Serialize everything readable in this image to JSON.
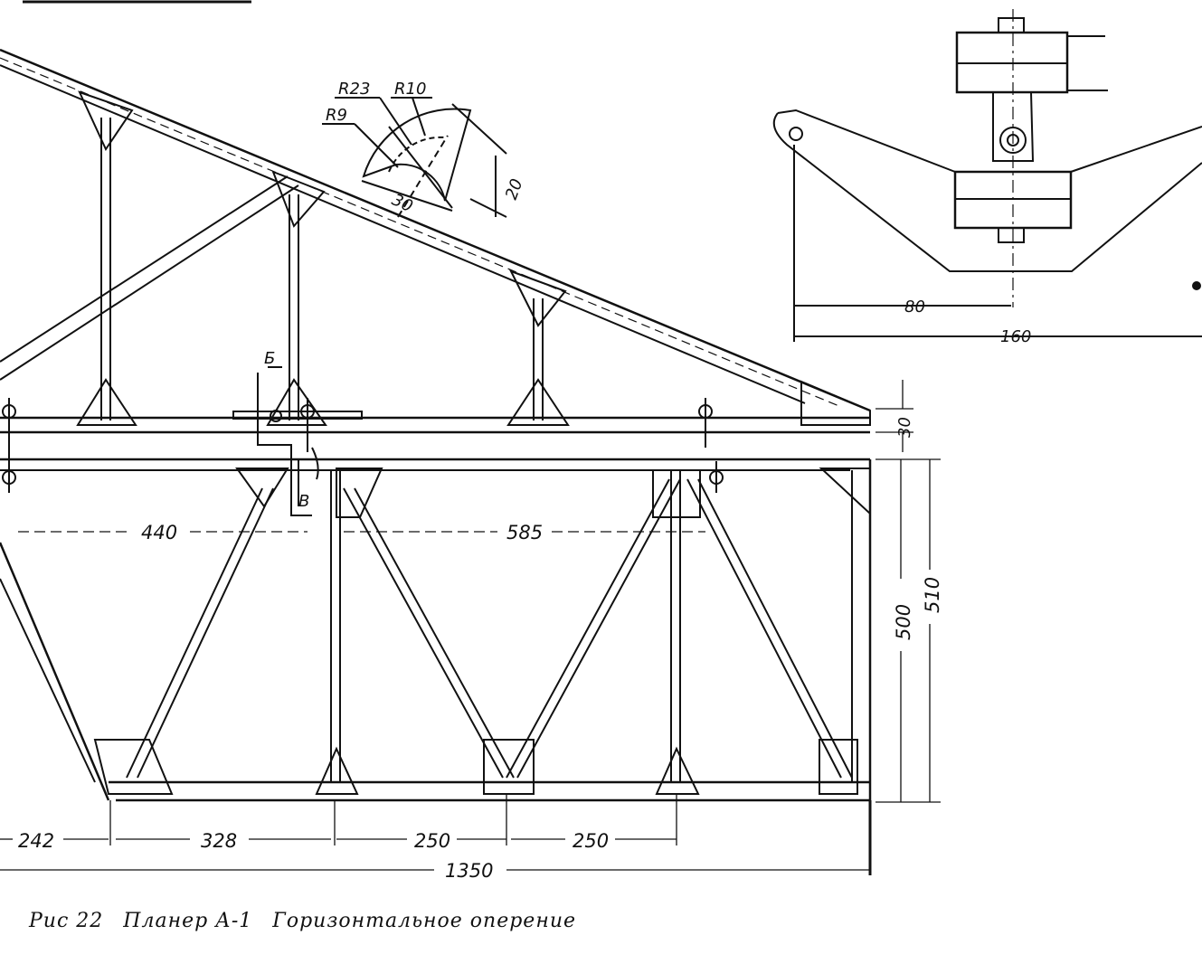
{
  "caption": {
    "figure": "Рис 22",
    "subject": "Планер А-1",
    "title": "Горизонтальное оперение"
  },
  "dimensions": {
    "d440": "440",
    "d585": "585",
    "d242": "242",
    "d328": "328",
    "d250a": "250",
    "d250b": "250",
    "d1350": "1350",
    "d500": "500",
    "d510": "510",
    "d30": "30",
    "d80": "80",
    "d160": "160",
    "d20": "20",
    "d30r": "30"
  },
  "radii": {
    "r23": "R23",
    "r10": "R10",
    "r9": "R9"
  },
  "section_marks": {
    "b": "Б",
    "v": "В"
  },
  "colors": {
    "ink": "#111111",
    "paper": "#ffffff"
  }
}
